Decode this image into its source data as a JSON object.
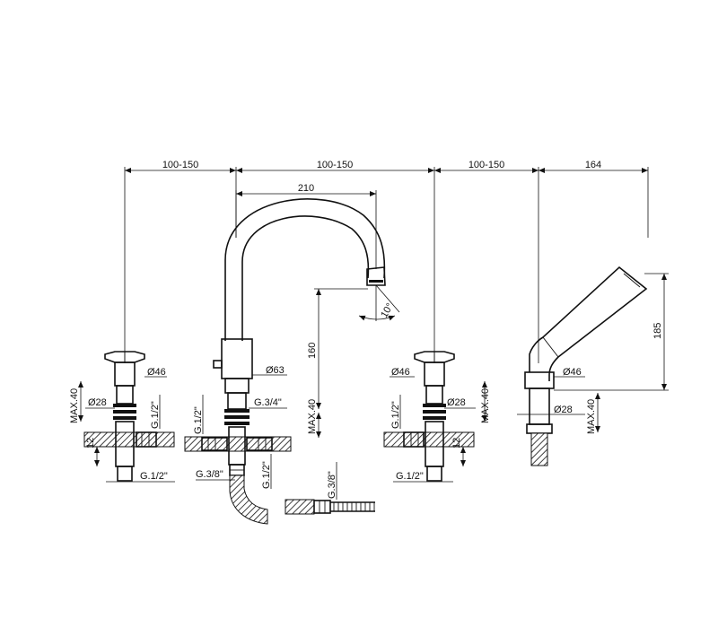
{
  "dimensions": {
    "spacing_1": "100-150",
    "spacing_2": "100-150",
    "spacing_3": "100-150",
    "shower_offset": "164",
    "spout_reach": "210",
    "spout_height": "160",
    "shower_height": "185",
    "spout_angle": "10°",
    "left_valve_diameter": "Ø46",
    "left_valve_shank": "Ø28",
    "left_valve_max": "MAX.40",
    "left_valve_thread": "G.1/2\"",
    "left_valve_depth": "12",
    "left_valve_inlet": "G.1/2\"",
    "spout_base_diameter": "Ø63",
    "spout_thread": "G.3/4\"",
    "spout_max": "MAX.40",
    "spout_inlet_left": "G.1/2\"",
    "spout_outlet_thread": "G.3/8\"",
    "spout_outlet_right": "G.1/2\"",
    "right_valve_diameter": "Ø46",
    "right_valve_shank": "Ø28",
    "right_valve_max": "MAX.40",
    "right_valve_thread": "G.1/2\"",
    "right_valve_depth": "12",
    "right_valve_inlet": "G.1/2\"",
    "shower_diameter": "Ø46",
    "shower_shank": "Ø28",
    "shower_max": "MAX.40",
    "hose_thread": "G.3/8\""
  }
}
